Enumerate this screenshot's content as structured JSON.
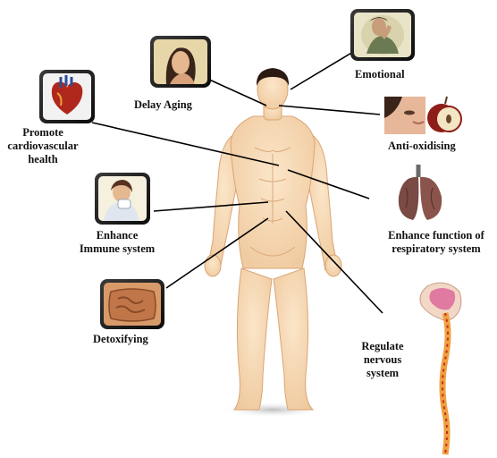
{
  "labels": {
    "emotional": "Emotional",
    "delay_aging": "Delay Aging",
    "anti_oxidising": "Anti-oxidising",
    "cardiovascular": "Promote\ncardiovascular\nhealth",
    "respiratory": "Enhance function of\nrespiratory system",
    "immune": "Enhance\nImmune system",
    "detoxifying": "Detoxifying",
    "nervous": "Regulate\nnervous\nsystem"
  },
  "icons": {
    "emotional": "distressed-woman-icon",
    "delay_aging": "young-woman-icon",
    "anti_oxidising": "face-and-apple-icon",
    "cardiovascular": "heart-icon",
    "respiratory": "lungs-icon",
    "immune": "sick-person-icon",
    "detoxifying": "intestines-icon",
    "nervous": "spine-and-brain-icon"
  },
  "colors": {
    "skin": "#f6d9b4",
    "skin_shade": "#e8b98a",
    "hair": "#2a1a12",
    "line": "#000000"
  }
}
